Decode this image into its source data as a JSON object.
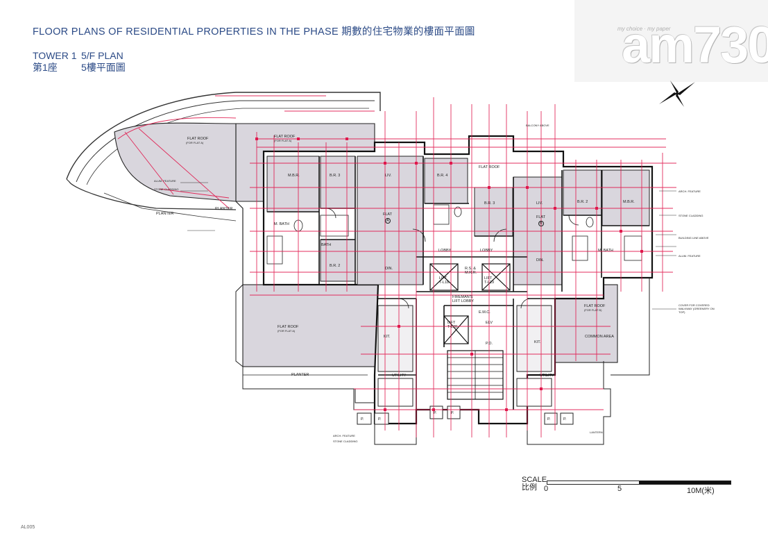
{
  "header": {
    "title": "FLOOR PLANS OF RESIDENTIAL PROPERTIES IN THE PHASE 期數的住宅物業的樓面平面圖",
    "tower_en": "TOWER 1",
    "plan_en": "5/F PLAN",
    "tower_zh": "第1座",
    "plan_zh": "5樓平面圖"
  },
  "logo": {
    "text": "am730",
    "tagline": "my choice · my paper"
  },
  "rooms": {
    "flat_roof_a1": "FLAT ROOF",
    "flat_roof_a1_sub": "(FOR FLAT A)",
    "flat_roof_a2": "FLAT ROOF",
    "flat_roof_a2_sub": "(FOR FLAT A)",
    "flat_roof_a3": "FLAT ROOF",
    "flat_roof_a3_sub": "(FOR FLAT A)",
    "flat_roof_b": "FLAT ROOF",
    "flat_roof_b_sub": "(FOR FLAT B)",
    "flat_roof_c": "FLAT ROOF",
    "mbr_a": "M.B.R.",
    "br3_a": "B.R. 3",
    "liv_a": "LIV.",
    "br4_a": "B.R. 4",
    "flat_a": "FLAT",
    "flat_a_letter": "A",
    "br2_a": "B.R. 2",
    "bath_a": "BATH",
    "mbath_a": "M. BATH",
    "din_a": "DIN.",
    "kit_a": "KIT.",
    "utility_a": "UTILITY",
    "lobby_a": "LOBBY",
    "lobby_b": "LOBBY",
    "lift1": "LIFT",
    "lift1_no": "T-L18",
    "lift2": "LIFT",
    "lift2_no": "T-L19",
    "lift3": "LIFT",
    "lift3_no": "T-L20",
    "rs_mrr": "R.S. &",
    "rs_mrr2": "M.R.R.",
    "firemans": "FIREMAN'S",
    "firemans2": "LIFT LOBBY",
    "emc": "E.M.C.",
    "elv": "ELV",
    "pd": "P.D.",
    "br3_b": "B.R. 3",
    "liv_b": "LIV.",
    "flat_b": "FLAT",
    "flat_b_letter": "B",
    "br2_b": "B.R. 2",
    "mbr_b": "M.B.R.",
    "mbath_b": "M. BATH",
    "din_b": "DIN.",
    "kit_b": "KIT.",
    "utility_b": "UTILITY",
    "planter_top": "PLANTER",
    "planter_mid": "PLANTER",
    "planter_bot": "PLANTER",
    "common_area": "COMMON AREA",
    "p": "P."
  },
  "notes": {
    "alum_feature": "ALUM. FEATURE",
    "stone_cladding": "STONE CLADDING",
    "arch_feature": "ARCH. FEATURE",
    "balcony_above": "BALCONY ABOVE",
    "cover": "COVER FOR COVERED WALKWAY (GREENERY ON TOP)",
    "building_line": "BUILDING LINE ABOVE",
    "lantern": "LANTERN"
  },
  "scale": {
    "label_en": "SCALE",
    "label_zh": "比例",
    "zero": "0",
    "five": "5",
    "ten": "10M(米)"
  },
  "page_no": "AL005"
}
